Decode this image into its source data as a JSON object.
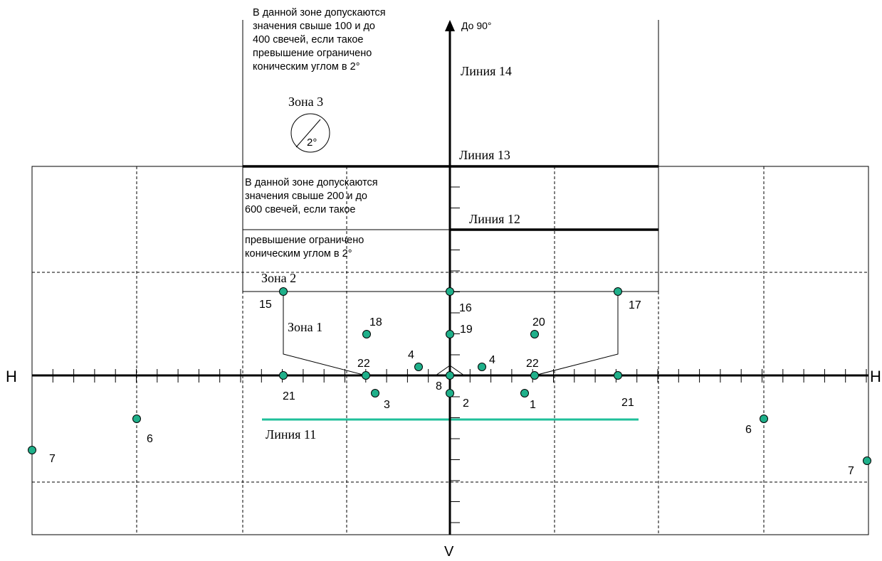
{
  "colors": {
    "line": "#000000",
    "point_fill": "#1fb08a",
    "line11": "#1fbf9a",
    "background": "#ffffff"
  },
  "axes": {
    "h_left": "H",
    "h_right": "H",
    "v_bottom": "V",
    "up_label": "До 90°"
  },
  "zone3_note": [
    "В данной зоне допускаются",
    "значения свыше 100 и до",
    "400 свечей, если такое",
    "превышение ограничено",
    "коническим углом в 2°"
  ],
  "zone2_note": [
    "В данной зоне допускаются",
    "значения свыше 200 и до",
    "600 свечей, если такое",
    "превышение ограничено",
    "коническим углом в 2°"
  ],
  "zones": {
    "zone3": "Зона 3",
    "zone2": "Зона 2",
    "zone1": "Зона 1",
    "cone_angle": "2°"
  },
  "lines": {
    "line14": "Линия 14",
    "line13": "Линия 13",
    "line12": "Линия 12",
    "line11": "Линия 11"
  },
  "points": {
    "p15": "15",
    "p16": "16",
    "p17": "17",
    "p18": "18",
    "p19": "19",
    "p20": "20",
    "p22_left": "22",
    "p22_right": "22",
    "p4_left": "4",
    "p4_right": "4",
    "p8": "8",
    "p21_left": "21",
    "p21_right": "21",
    "p3": "3",
    "p2": "2",
    "p1": "1",
    "p6_left": "6",
    "p6_right": "6",
    "p7_left": "7",
    "p7_right": "7"
  }
}
